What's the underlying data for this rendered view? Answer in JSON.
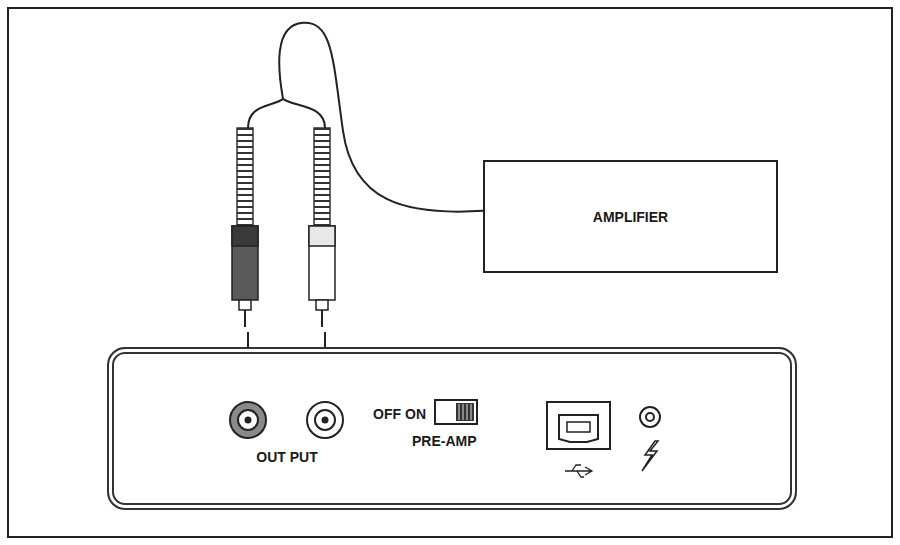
{
  "diagram": {
    "nodes": [
      {
        "text": [
          "AMPLIFIER"
        ]
      },
      {
        "text": [
          "OUT PUT",
          "OFF",
          "ON",
          "PRE-AMP"
        ]
      }
    ],
    "edges": [
      {
        "from": 0,
        "to": 1,
        "arrow": "to"
      }
    ]
  }
}
